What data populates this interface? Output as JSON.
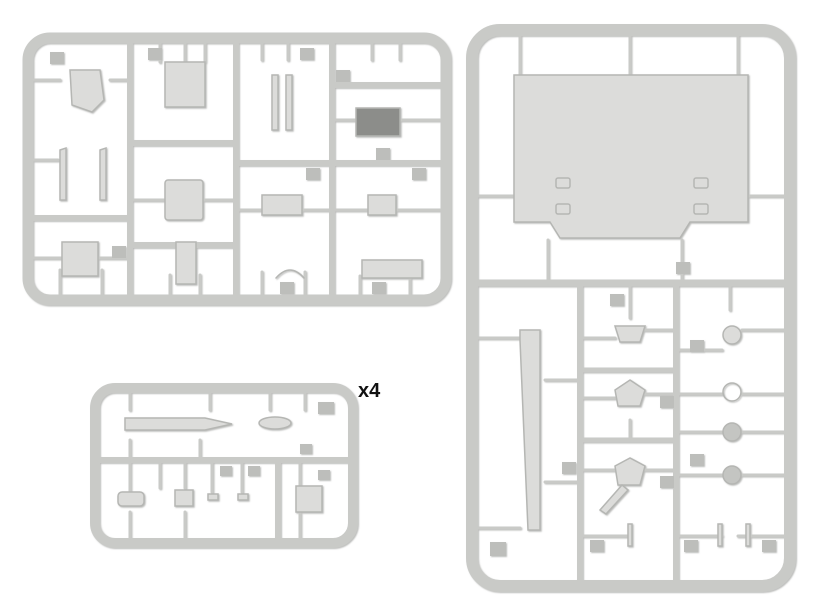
{
  "image": {
    "background_color": "#ffffff",
    "plastic_color": "#cfd0cd",
    "plastic_edge_color": "#a9aaa7",
    "part_color": "#dcdcda",
    "tag_color": "#bdbebb"
  },
  "sprues": [
    {
      "name": "top-left-sprue"
    },
    {
      "name": "bottom-left-sprue",
      "quantity_label": "x4"
    },
    {
      "name": "right-sprue"
    }
  ]
}
